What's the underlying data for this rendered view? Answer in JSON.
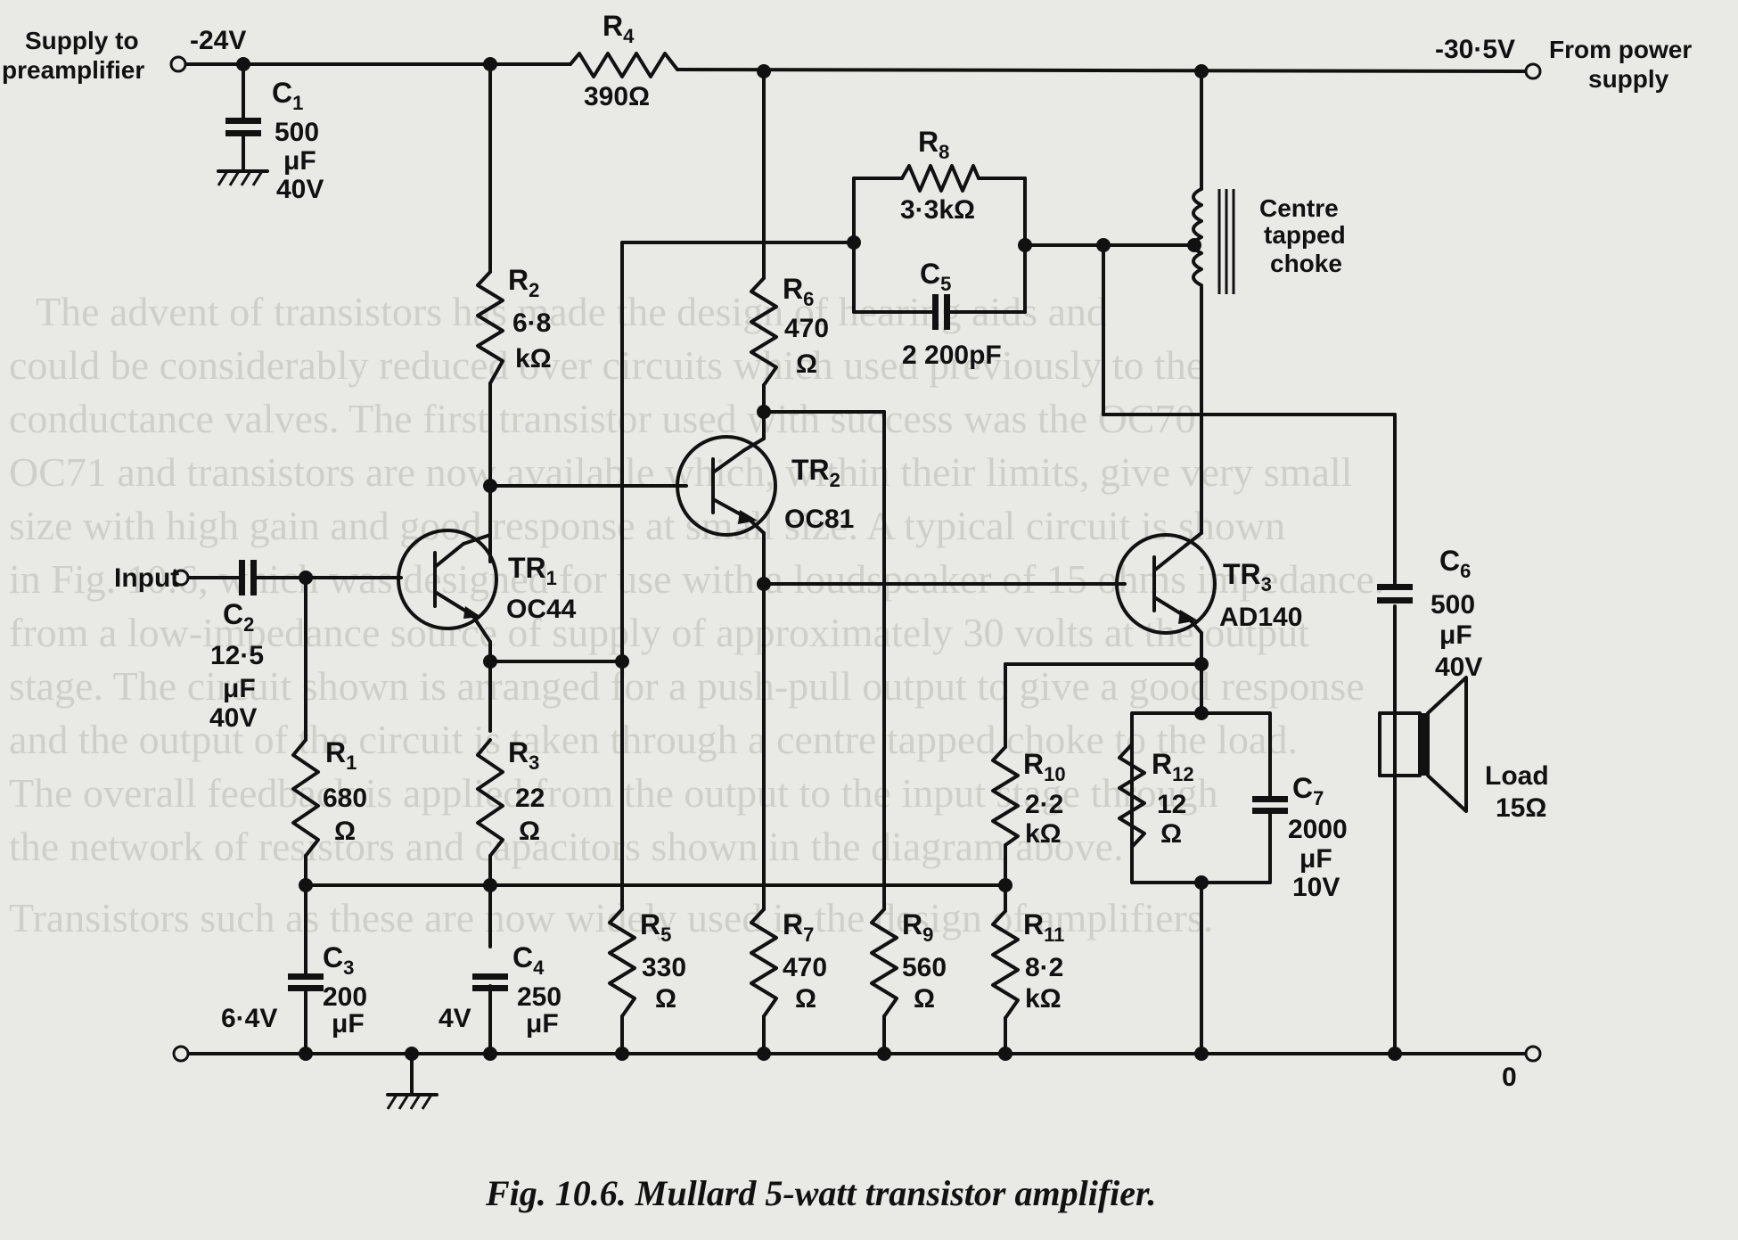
{
  "labels": {
    "supply_to_preamp_1": "Supply to",
    "supply_to_preamp_2": "preamplifier",
    "v_neg24": "-24V",
    "v_neg30": "-30·5V",
    "from_power_1": "From power",
    "from_power_2": "supply",
    "input": "Input",
    "zero": "0",
    "v_6_4": "6·4V",
    "v_4": "4V",
    "centre_1": "Centre",
    "centre_2": "tapped",
    "centre_3": "choke",
    "load_1": "Load",
    "load_2": "15Ω"
  },
  "components": {
    "R4": {
      "ref": "R",
      "sub": "4",
      "v1": "390Ω"
    },
    "R2": {
      "ref": "R",
      "sub": "2",
      "v1": "6·8",
      "v2": "kΩ"
    },
    "R6": {
      "ref": "R",
      "sub": "6",
      "v1": "470",
      "v2": "Ω"
    },
    "R8": {
      "ref": "R",
      "sub": "8",
      "v1": "3·3kΩ"
    },
    "C5": {
      "ref": "C",
      "sub": "5",
      "v1": "2 200pF"
    },
    "C1": {
      "ref": "C",
      "sub": "1",
      "v1": "500",
      "v2": "μF",
      "v3": "40V"
    },
    "C2": {
      "ref": "C",
      "sub": "2",
      "v1": "12·5",
      "v2": "μF",
      "v3": "40V"
    },
    "R1": {
      "ref": "R",
      "sub": "1",
      "v1": "680",
      "v2": "Ω"
    },
    "R3": {
      "ref": "R",
      "sub": "3",
      "v1": "22",
      "v2": "Ω"
    },
    "C3": {
      "ref": "C",
      "sub": "3",
      "v1": "200",
      "v2": "μF"
    },
    "C4": {
      "ref": "C",
      "sub": "4",
      "v1": "250",
      "v2": "μF"
    },
    "R5": {
      "ref": "R",
      "sub": "5",
      "v1": "330",
      "v2": "Ω"
    },
    "R7": {
      "ref": "R",
      "sub": "7",
      "v1": "470",
      "v2": "Ω"
    },
    "R9": {
      "ref": "R",
      "sub": "9",
      "v1": "560",
      "v2": "Ω"
    },
    "R10": {
      "ref": "R",
      "sub": "10",
      "v1": "2·2",
      "v2": "kΩ"
    },
    "R11": {
      "ref": "R",
      "sub": "11",
      "v1": "8·2",
      "v2": "kΩ"
    },
    "R12": {
      "ref": "R",
      "sub": "12",
      "v1": "12",
      "v2": "Ω"
    },
    "C6": {
      "ref": "C",
      "sub": "6",
      "v1": "500",
      "v2": "μF",
      "v3": "40V"
    },
    "C7": {
      "ref": "C",
      "sub": "7",
      "v1": "2000",
      "v2": "μF",
      "v3": "10V"
    },
    "TR1": {
      "ref": "TR",
      "sub": "1",
      "v1": "OC44"
    },
    "TR2": {
      "ref": "TR",
      "sub": "2",
      "v1": "OC81"
    },
    "TR3": {
      "ref": "TR",
      "sub": "3",
      "v1": "AD140"
    }
  },
  "caption": "Fig. 10.6. Mullard 5-watt transistor amplifier.",
  "background_text": [
    "The advent of transistors has made the design of hearing aids and",
    "could be considerably reduced over circuits which used previously to the",
    "conductance valves. The first transistor used with success was the OC70",
    "OC71 and transistors are now available which, within their limits, give very small",
    "size with high gain and good response at small size. A typical circuit is shown",
    "in Fig. 10.6, which was designed for use with a loudspeaker of 15 ohms impedance.",
    "from a low-impedance source of supply of approximately 30 volts at the output",
    "stage. The circuit shown is arranged for a push-pull output to give a good response",
    "and the output of the circuit is taken through a centre tapped choke to the load.",
    "The overall feedback is applied from the output to the input stage through",
    "the network of resistors and capacitors shown in the diagram above.",
    "Transistors such as these are now widely used in the design of amplifiers."
  ]
}
